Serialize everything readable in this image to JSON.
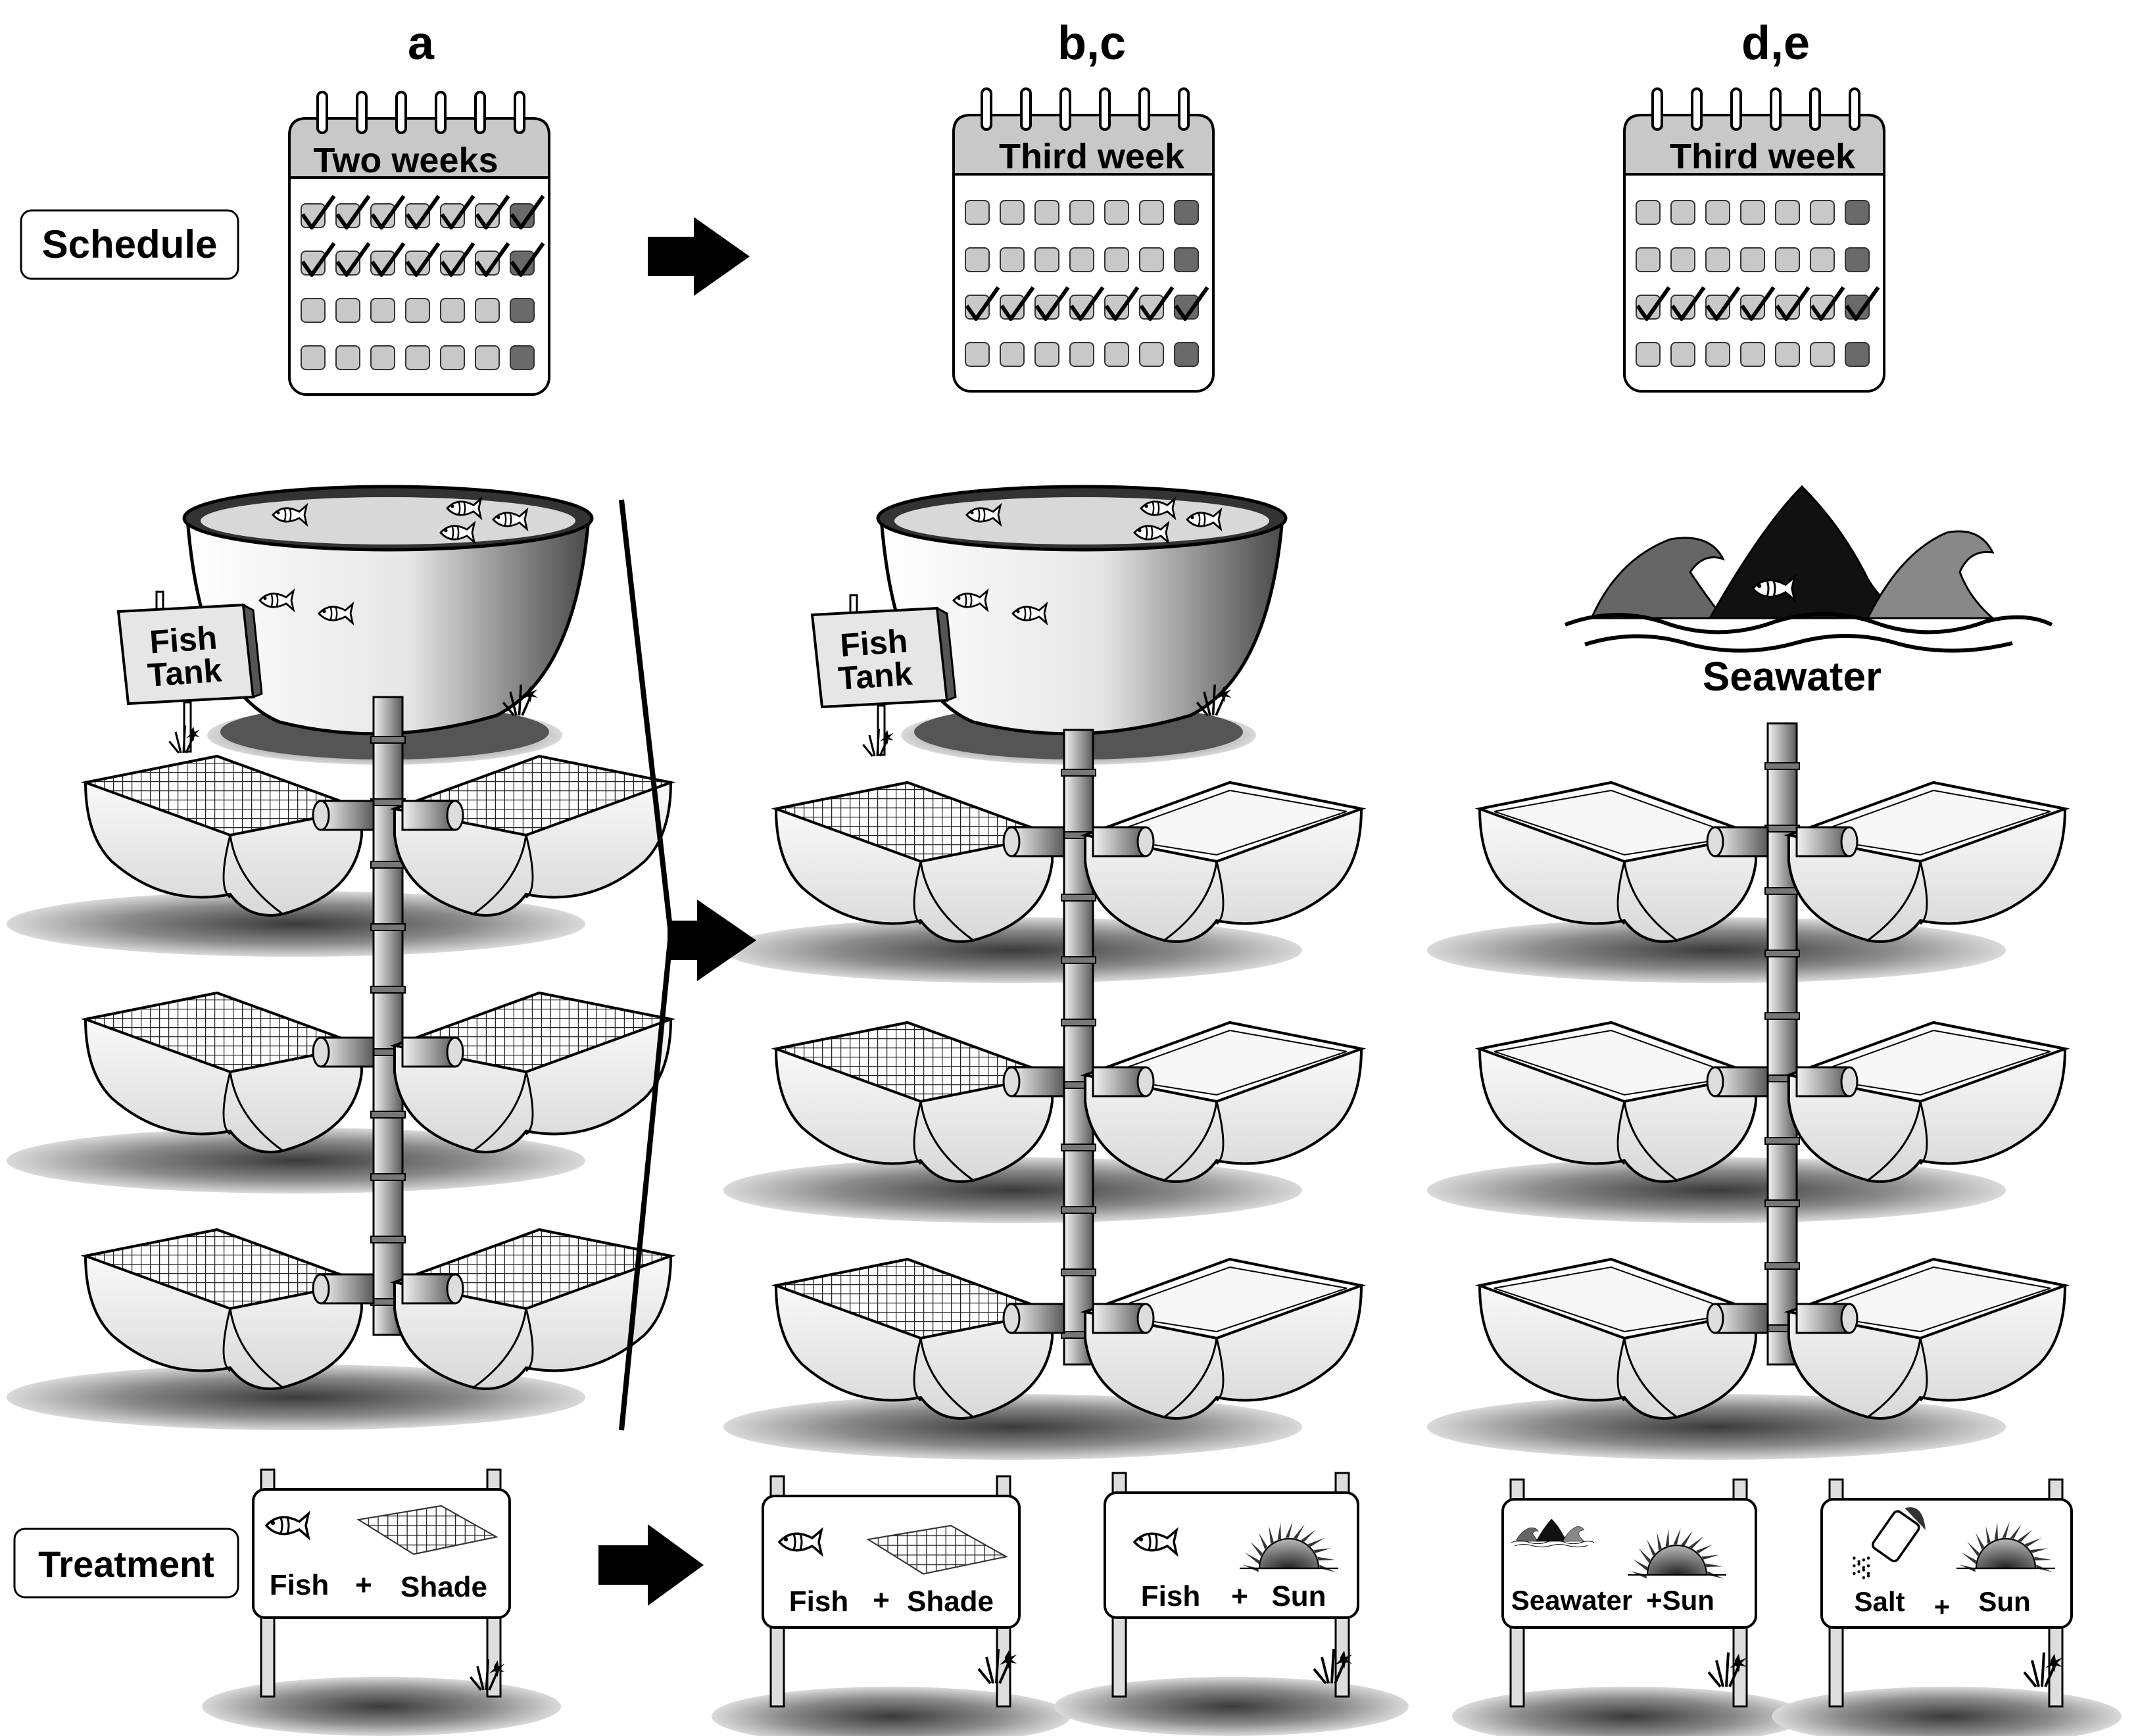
{
  "panels": [
    {
      "letter": "a",
      "calendar": {
        "title": "Two weeks",
        "checked_rows": [
          0,
          1
        ]
      },
      "source": {
        "type": "fish_tank",
        "sign": [
          "Fish",
          "Tank"
        ]
      },
      "tray_covers": [
        "shade",
        "shade"
      ],
      "signs": [
        {
          "icons": [
            "fish-icon",
            "shade-net-icon"
          ],
          "labels": [
            "Fish",
            "+",
            "Shade"
          ]
        }
      ]
    },
    {
      "letter": "b,c",
      "calendar": {
        "title": "Third week",
        "checked_rows": [
          2
        ]
      },
      "source": {
        "type": "fish_tank",
        "sign": [
          "Fish",
          "Tank"
        ]
      },
      "tray_covers": [
        "shade",
        "sun"
      ],
      "signs": [
        {
          "icons": [
            "fish-icon",
            "shade-net-icon"
          ],
          "labels": [
            "Fish",
            "+",
            "Shade"
          ]
        },
        {
          "icons": [
            "fish-icon",
            "sun-icon"
          ],
          "labels": [
            "Fish",
            "+",
            "Sun"
          ]
        }
      ]
    },
    {
      "letter": "d,e",
      "calendar": {
        "title": "Third week",
        "checked_rows": [
          2
        ]
      },
      "source": {
        "type": "seawater",
        "label": "Seawater"
      },
      "tray_covers": [
        "sun",
        "sun"
      ],
      "signs": [
        {
          "icons": [
            "wave-icon",
            "sun-icon"
          ],
          "labels": [
            "Seawater",
            "+Sun"
          ]
        },
        {
          "icons": [
            "salt-shaker-icon",
            "sun-icon"
          ],
          "labels": [
            "Salt",
            "+",
            "Sun"
          ]
        }
      ]
    }
  ],
  "row_labels": {
    "schedule": "Schedule",
    "treatment": "Treatment"
  },
  "colors": {
    "ink": "#000000",
    "tray_fill": "#f4f4f4",
    "shadow": "#8a8a8a",
    "pipe": "#9a9a9a",
    "calendar_header": "#c8c8c8"
  }
}
